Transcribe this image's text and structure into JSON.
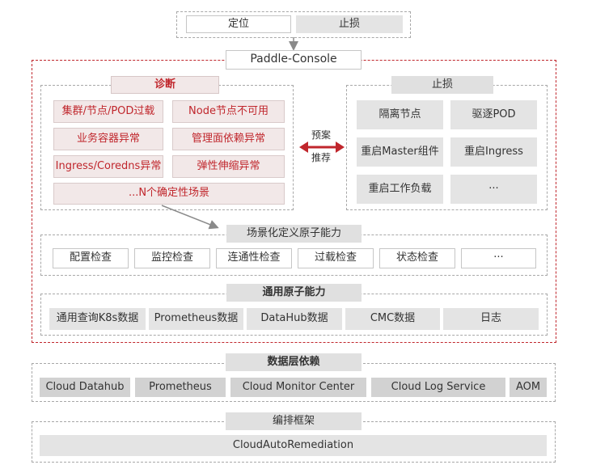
{
  "top": {
    "locate": "定位",
    "stoploss": "止损"
  },
  "console": "Paddle-Console",
  "diagnosis": {
    "title": "诊断",
    "items": [
      "集群/节点/POD过载",
      "Node节点不可用",
      "业务容器异常",
      "管理面依赖异常",
      "Ingress/Coredns异常",
      "弹性伸缩异常",
      "...N个确定性场景"
    ]
  },
  "middle": {
    "plan": "预案",
    "recommend": "推荐"
  },
  "stoploss_panel": {
    "title": "止损",
    "items": [
      "隔离节点",
      "驱逐POD",
      "重启Master组件",
      "重启Ingress",
      "重启工作负载",
      "···"
    ]
  },
  "scene": {
    "title": "场景化定义原子能力",
    "items": [
      "配置检查",
      "监控检查",
      "连通性检查",
      "过载检查",
      "状态检查",
      "···"
    ]
  },
  "general": {
    "title": "通用原子能力",
    "items": [
      "通用查询K8s数据",
      "Prometheus数据",
      "DataHub数据",
      "CMC数据",
      "日志"
    ]
  },
  "data_layer": {
    "title": "数据层依赖",
    "items": [
      "Cloud Datahub",
      "Prometheus",
      "Cloud Monitor Center",
      "Cloud Log Service",
      "AOM"
    ]
  },
  "orchestration": {
    "title": "编排框架",
    "item": "CloudAutoRemediation"
  },
  "colors": {
    "accent_red": "#c0262c",
    "gray_fill": "#e4e4e4"
  }
}
